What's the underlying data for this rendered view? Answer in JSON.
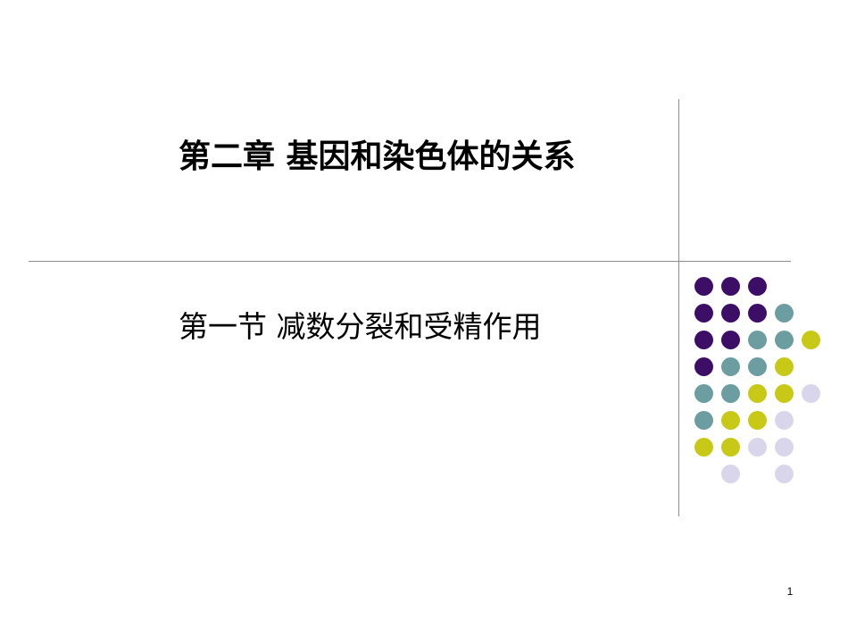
{
  "slide": {
    "title": "第二章  基因和染色体的关系",
    "subtitle": "第一节  减数分裂和受精作用",
    "page_number": "1"
  },
  "decoration": {
    "palette": {
      "purple": "#3d0e66",
      "teal": "#6c9da0",
      "olive": "#c8c816",
      "lavender": "#d9d6ec"
    },
    "dot_grid": [
      [
        "purple",
        "purple",
        "purple",
        null,
        null
      ],
      [
        "purple",
        "purple",
        "purple",
        "teal",
        null
      ],
      [
        "purple",
        "purple",
        "teal",
        "teal",
        "olive"
      ],
      [
        "purple",
        "teal",
        "teal",
        "olive",
        null
      ],
      [
        "teal",
        "teal",
        "olive",
        "olive",
        "lavender"
      ],
      [
        "teal",
        "olive",
        "olive",
        "lavender",
        null
      ],
      [
        "olive",
        "olive",
        "lavender",
        "lavender",
        null
      ],
      [
        null,
        "lavender",
        null,
        "lavender",
        null
      ]
    ],
    "line_color": "#8c8c8c"
  }
}
